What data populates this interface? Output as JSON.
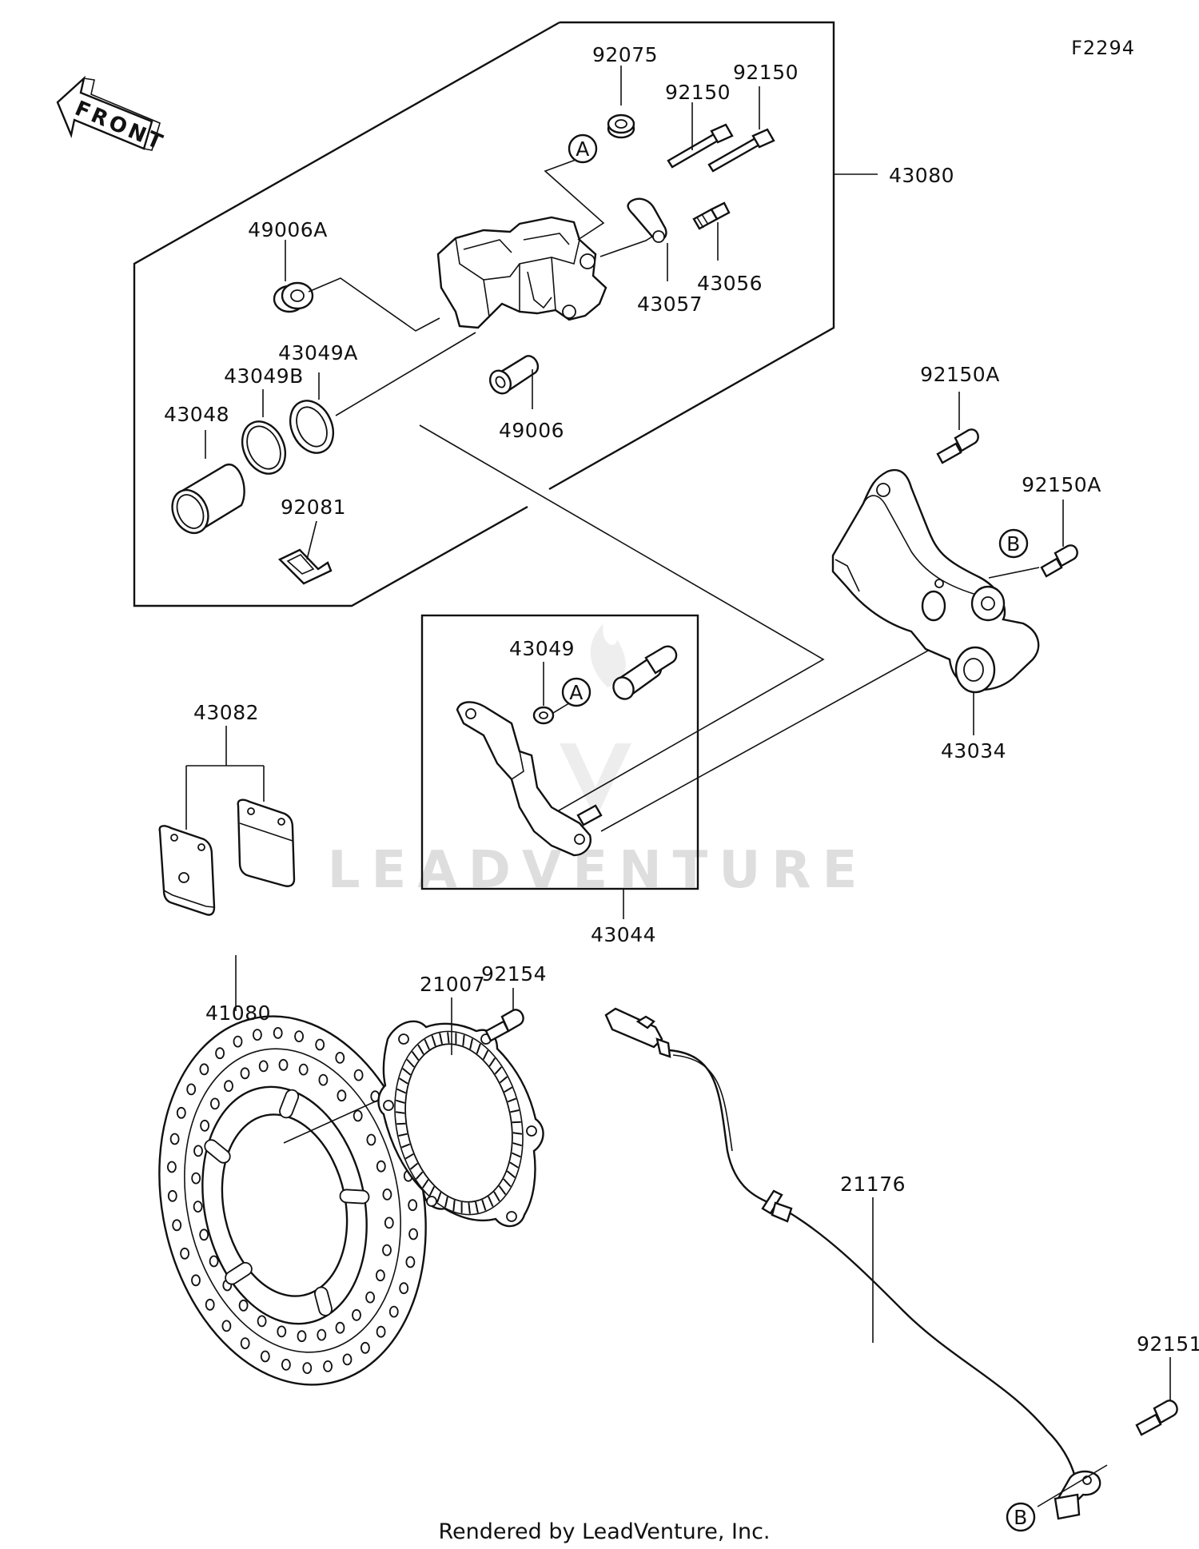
{
  "diagram_code": "F2294",
  "front_label": "FRONT",
  "watermark": "LEADVENTURE",
  "footer": "Rendered by LeadVenture, Inc.",
  "callouts": {
    "a": "A",
    "b": "B"
  },
  "parts": {
    "p92075": "92075",
    "p92150_1": "92150",
    "p92150_2": "92150",
    "p43080": "43080",
    "p49006A": "49006A",
    "p43057": "43057",
    "p43056": "43056",
    "p43049A": "43049A",
    "p43049B": "43049B",
    "p43048": "43048",
    "p49006": "49006",
    "p92081": "92081",
    "p92150A_1": "92150A",
    "p92150A_2": "92150A",
    "p43049": "43049",
    "p43082": "43082",
    "p43034": "43034",
    "p43044": "43044",
    "p92154": "92154",
    "p21007": "21007",
    "p41080": "41080",
    "p21176": "21176",
    "p92151": "92151"
  }
}
